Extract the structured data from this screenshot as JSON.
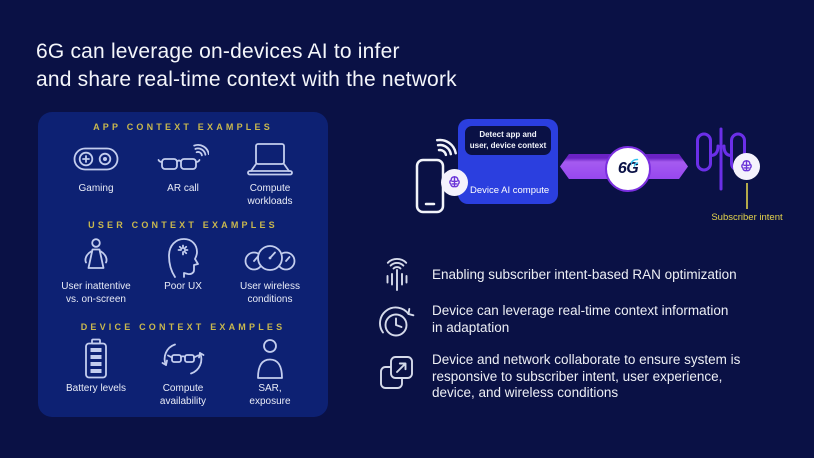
{
  "colors": {
    "background": "#0A1145",
    "panel": "#0D2173",
    "device_card_blue": "#2B3FDF",
    "link_bar_purple": "#9747EF",
    "tower_purple": "#6B2FE8",
    "section_header_gold": "#C9B84E",
    "subscriber_intent_yellow": "#E5D44C",
    "icon_stroke": "#C3CDEE",
    "text": "#F2F4FA"
  },
  "title": {
    "text": "6G can leverage on-devices AI to infer\nand share real-time context with the network"
  },
  "context_card": {
    "sections": [
      {
        "header": "APP CONTEXT EXAMPLES",
        "items": [
          {
            "icon": "gamepad-icon",
            "label": "Gaming"
          },
          {
            "icon": "ar-glasses-icon",
            "label": "AR call"
          },
          {
            "icon": "laptop-icon",
            "label": "Compute\nworkloads"
          }
        ]
      },
      {
        "header": "USER CONTEXT EXAMPLES",
        "items": [
          {
            "icon": "user-inattentive-icon",
            "label": "User inattentive\nvs. on-screen"
          },
          {
            "icon": "poor-ux-head-icon",
            "label": "Poor UX"
          },
          {
            "icon": "wireless-gauges-icon",
            "label": "User wireless\nconditions"
          }
        ]
      },
      {
        "header": "DEVICE CONTEXT EXAMPLES",
        "items": [
          {
            "icon": "battery-icon",
            "label": "Battery levels"
          },
          {
            "icon": "compute-availability-icon",
            "label": "Compute\navailability"
          },
          {
            "icon": "person-bust-icon",
            "label": "SAR,\nexposure"
          }
        ]
      }
    ]
  },
  "diagram": {
    "phone_icon": "smartphone-with-signal-icon",
    "ai_badge_icon": "ai-brain-badge-icon",
    "detect_label": "Detect app and\nuser, device context",
    "device_ai_label": "Device AI compute",
    "link_label": "6G",
    "base_station_icon": "base-station-icon",
    "subscriber_intent_label": "Subscriber intent"
  },
  "bullets": [
    {
      "icon": "ran-tower-icon",
      "text": "Enabling subscriber intent-based RAN optimization"
    },
    {
      "icon": "realtime-clock-icon",
      "text": "Device can leverage real-time context information\nin adaptation"
    },
    {
      "icon": "collaborate-icon",
      "text": "Device and network collaborate to ensure system is\nresponsive to subscriber intent, user experience,\ndevice, and wireless conditions"
    }
  ]
}
